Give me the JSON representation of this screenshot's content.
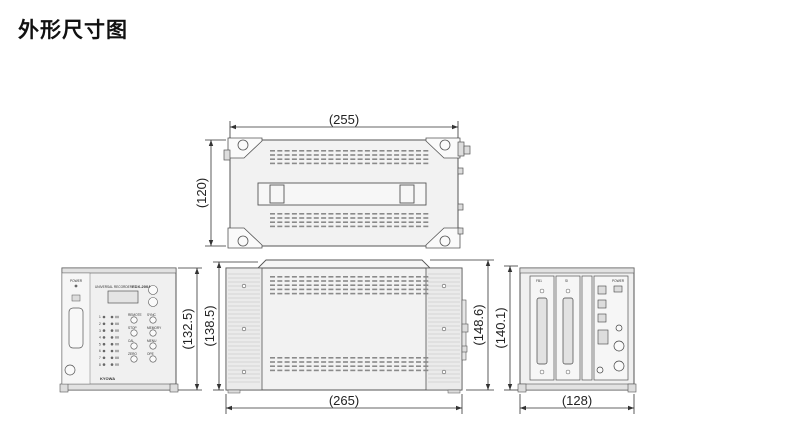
{
  "title": "外形尺寸图",
  "colors": {
    "body_fill": "#f2f2f2",
    "panel_fill": "#e9e9e9",
    "outline": "#555555",
    "slot": "#8a8a8a",
    "dim_line": "#333333",
    "text": "#222222"
  },
  "dimensions": {
    "top_width": "(255)",
    "top_depth": "(120)",
    "front_height_outer": "(132.5)",
    "front_height_total": "(138.5)",
    "side_width": "(265)",
    "rear_height_a": "(148.6)",
    "rear_height_b": "(140.1)",
    "rear_width": "(128)"
  },
  "front_panel": {
    "power_label": "POWER",
    "model_line": "UNIVERSAL RECORDER",
    "model_name": "EDX-200A",
    "brand": "KYOWA",
    "button_labels": [
      "REMOTE",
      "SYNC",
      "STOP",
      "MEMORY",
      "CAL",
      "MENU",
      "ZERO",
      "OPE"
    ],
    "channels": [
      "1",
      "2",
      "3",
      "4",
      "5",
      "6",
      "7",
      "8"
    ]
  },
  "rear_panel": {
    "slot_labels": [
      "FB1",
      "SI"
    ],
    "power_label": "POWER"
  }
}
